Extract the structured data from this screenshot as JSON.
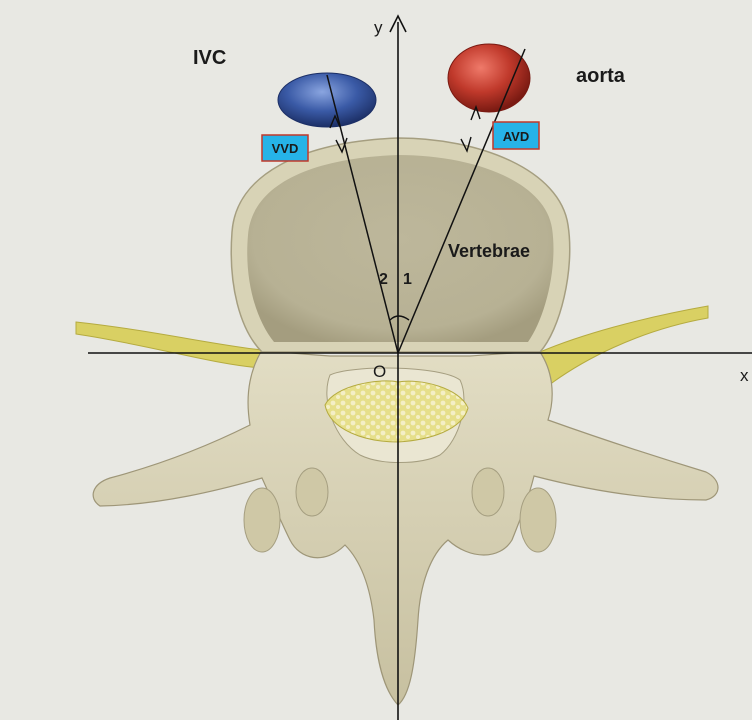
{
  "labels": {
    "ivc": "IVC",
    "aorta": "aorta",
    "vvd": "VVD",
    "avd": "AVD",
    "vertebrae": "Vertebrae",
    "angle1": "1",
    "angle2": "2",
    "origin": "O",
    "x_axis": "x",
    "y_axis": "y"
  },
  "colors": {
    "background": "#e8e8e3",
    "bone": "#d8d3b6",
    "bone_shadow": "#b6af8e",
    "vertebral_body": "#c4bfa3",
    "nerve": "#d9d063",
    "ivc": "#3a5aa6",
    "aorta": "#c0392b",
    "label_box": "#26b3e8",
    "label_border": "#c0392b"
  }
}
